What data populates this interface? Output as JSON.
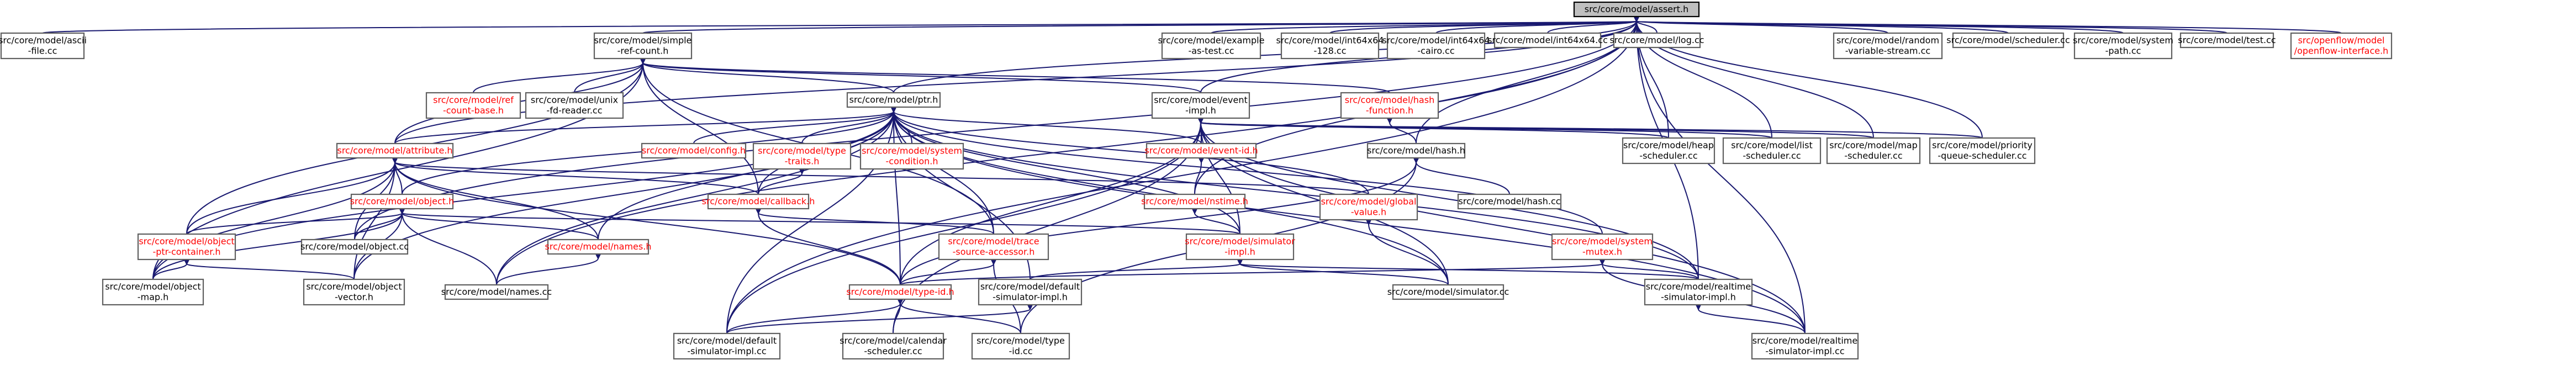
{
  "graph": {
    "root": "assert",
    "nodes": [
      {
        "id": "assert",
        "lines": [
          "src/core/model/assert.h"
        ],
        "kind": "root"
      },
      {
        "id": "ascii",
        "lines": [
          "src/core/model/ascii",
          "-file.cc"
        ],
        "kind": "normal"
      },
      {
        "id": "simpleref",
        "lines": [
          "src/core/model/simple",
          "-ref-count.h"
        ],
        "kind": "normal"
      },
      {
        "id": "example",
        "lines": [
          "src/core/model/example",
          "-as-test.cc"
        ],
        "kind": "normal"
      },
      {
        "id": "int128",
        "lines": [
          "src/core/model/int64x64",
          "-128.cc"
        ],
        "kind": "normal"
      },
      {
        "id": "cairo",
        "lines": [
          "src/core/model/int64x64",
          "-cairo.cc"
        ],
        "kind": "normal"
      },
      {
        "id": "int64",
        "lines": [
          "src/core/model/int64x64.cc"
        ],
        "kind": "normal"
      },
      {
        "id": "log",
        "lines": [
          "src/core/model/log.cc"
        ],
        "kind": "normal"
      },
      {
        "id": "random",
        "lines": [
          "src/core/model/random",
          "-variable-stream.cc"
        ],
        "kind": "normal"
      },
      {
        "id": "scheduler",
        "lines": [
          "src/core/model/scheduler.cc"
        ],
        "kind": "normal"
      },
      {
        "id": "syspath",
        "lines": [
          "src/core/model/system",
          "-path.cc"
        ],
        "kind": "normal"
      },
      {
        "id": "test",
        "lines": [
          "src/core/model/test.cc"
        ],
        "kind": "normal"
      },
      {
        "id": "openflow",
        "lines": [
          "src/openflow/model",
          "/openflow-interface.h"
        ],
        "kind": "red"
      },
      {
        "id": "ptr",
        "lines": [
          "src/core/model/ptr.h"
        ],
        "kind": "normal"
      },
      {
        "id": "event",
        "lines": [
          "src/core/model/event",
          "-impl.h"
        ],
        "kind": "normal"
      },
      {
        "id": "hashfn",
        "lines": [
          "src/core/model/hash",
          "-function.h"
        ],
        "kind": "red"
      },
      {
        "id": "refbase",
        "lines": [
          "src/core/model/ref",
          "-count-base.h"
        ],
        "kind": "red"
      },
      {
        "id": "unixfd",
        "lines": [
          "src/core/model/unix",
          "-fd-reader.cc"
        ],
        "kind": "normal"
      },
      {
        "id": "attribute",
        "lines": [
          "src/core/model/attribute.h"
        ],
        "kind": "red"
      },
      {
        "id": "config",
        "lines": [
          "src/core/model/config.h"
        ],
        "kind": "red"
      },
      {
        "id": "typetraits",
        "lines": [
          "src/core/model/type",
          "-traits.h"
        ],
        "kind": "red"
      },
      {
        "id": "syscond",
        "lines": [
          "src/core/model/system",
          "-condition.h"
        ],
        "kind": "red"
      },
      {
        "id": "eventid",
        "lines": [
          "src/core/model/event-id.h"
        ],
        "kind": "red"
      },
      {
        "id": "hash",
        "lines": [
          "src/core/model/hash.h"
        ],
        "kind": "normal"
      },
      {
        "id": "heap",
        "lines": [
          "src/core/model/heap",
          "-scheduler.cc"
        ],
        "kind": "normal"
      },
      {
        "id": "list",
        "lines": [
          "src/core/model/list",
          "-scheduler.cc"
        ],
        "kind": "normal"
      },
      {
        "id": "map",
        "lines": [
          "src/core/model/map",
          "-scheduler.cc"
        ],
        "kind": "normal"
      },
      {
        "id": "priority",
        "lines": [
          "src/core/model/priority",
          "-queue-scheduler.cc"
        ],
        "kind": "normal"
      },
      {
        "id": "object",
        "lines": [
          "src/core/model/object.h"
        ],
        "kind": "red"
      },
      {
        "id": "callback",
        "lines": [
          "src/core/model/callback.h"
        ],
        "kind": "red"
      },
      {
        "id": "nstime",
        "lines": [
          "src/core/model/nstime.h"
        ],
        "kind": "red"
      },
      {
        "id": "global",
        "lines": [
          "src/core/model/global",
          "-value.h"
        ],
        "kind": "red"
      },
      {
        "id": "hashcc",
        "lines": [
          "src/core/model/hash.cc"
        ],
        "kind": "normal"
      },
      {
        "id": "ptrcont",
        "lines": [
          "src/core/model/object",
          "-ptr-container.h"
        ],
        "kind": "red"
      },
      {
        "id": "objectcc",
        "lines": [
          "src/core/model/object.cc"
        ],
        "kind": "normal"
      },
      {
        "id": "names",
        "lines": [
          "src/core/model/names.h"
        ],
        "kind": "red"
      },
      {
        "id": "trace",
        "lines": [
          "src/core/model/trace",
          "-source-accessor.h"
        ],
        "kind": "red"
      },
      {
        "id": "simimpl",
        "lines": [
          "src/core/model/simulator",
          "-impl.h"
        ],
        "kind": "red"
      },
      {
        "id": "sysmutex",
        "lines": [
          "src/core/model/system",
          "-mutex.h"
        ],
        "kind": "red"
      },
      {
        "id": "objmap",
        "lines": [
          "src/core/model/object",
          "-map.h"
        ],
        "kind": "normal"
      },
      {
        "id": "objvec",
        "lines": [
          "src/core/model/object",
          "-vector.h"
        ],
        "kind": "normal"
      },
      {
        "id": "namescc",
        "lines": [
          "src/core/model/names.cc"
        ],
        "kind": "normal"
      },
      {
        "id": "typeid",
        "lines": [
          "src/core/model/type-id.h"
        ],
        "kind": "red"
      },
      {
        "id": "defimplh",
        "lines": [
          "src/core/model/default",
          "-simulator-impl.h"
        ],
        "kind": "normal"
      },
      {
        "id": "simcc",
        "lines": [
          "src/core/model/simulator.cc"
        ],
        "kind": "normal"
      },
      {
        "id": "rtimplh",
        "lines": [
          "src/core/model/realtime",
          "-simulator-impl.h"
        ],
        "kind": "normal"
      },
      {
        "id": "defimplcc",
        "lines": [
          "src/core/model/default",
          "-simulator-impl.cc"
        ],
        "kind": "normal"
      },
      {
        "id": "calendar",
        "lines": [
          "src/core/model/calendar",
          "-scheduler.cc"
        ],
        "kind": "normal"
      },
      {
        "id": "typeidcc",
        "lines": [
          "src/core/model/type",
          "-id.cc"
        ],
        "kind": "normal"
      },
      {
        "id": "rtimplcc",
        "lines": [
          "src/core/model/realtime",
          "-simulator-impl.cc"
        ],
        "kind": "normal"
      }
    ],
    "edges": [
      [
        "assert",
        "ascii"
      ],
      [
        "assert",
        "simpleref"
      ],
      [
        "assert",
        "example"
      ],
      [
        "assert",
        "int128"
      ],
      [
        "assert",
        "cairo"
      ],
      [
        "assert",
        "int64"
      ],
      [
        "assert",
        "log"
      ],
      [
        "assert",
        "random"
      ],
      [
        "assert",
        "scheduler"
      ],
      [
        "assert",
        "syspath"
      ],
      [
        "assert",
        "test"
      ],
      [
        "assert",
        "openflow"
      ],
      [
        "assert",
        "ptr"
      ],
      [
        "assert",
        "event"
      ],
      [
        "assert",
        "hash"
      ],
      [
        "assert",
        "heap"
      ],
      [
        "assert",
        "list"
      ],
      [
        "assert",
        "map"
      ],
      [
        "assert",
        "priority"
      ],
      [
        "assert",
        "attribute"
      ],
      [
        "assert",
        "objectcc"
      ],
      [
        "assert",
        "defimplcc"
      ],
      [
        "assert",
        "rtimplh"
      ],
      [
        "assert",
        "rtimplcc"
      ],
      [
        "assert",
        "nstime"
      ],
      [
        "assert",
        "namescc"
      ],
      [
        "simpleref",
        "refbase"
      ],
      [
        "simpleref",
        "unixfd"
      ],
      [
        "simpleref",
        "hashfn"
      ],
      [
        "simpleref",
        "ptr"
      ],
      [
        "simpleref",
        "attribute"
      ],
      [
        "simpleref",
        "callback"
      ],
      [
        "simpleref",
        "trace"
      ],
      [
        "simpleref",
        "event"
      ],
      [
        "simpleref",
        "ptrcont"
      ],
      [
        "simpleref",
        "objmap"
      ],
      [
        "ptr",
        "attribute"
      ],
      [
        "ptr",
        "config"
      ],
      [
        "ptr",
        "typetraits"
      ],
      [
        "ptr",
        "syscond"
      ],
      [
        "ptr",
        "eventid"
      ],
      [
        "ptr",
        "object"
      ],
      [
        "ptr",
        "callback"
      ],
      [
        "ptr",
        "global"
      ],
      [
        "ptr",
        "trace"
      ],
      [
        "ptr",
        "names"
      ],
      [
        "ptr",
        "typeid"
      ],
      [
        "ptr",
        "objmap"
      ],
      [
        "ptr",
        "objvec"
      ],
      [
        "ptr",
        "defimplh"
      ],
      [
        "ptr",
        "simcc"
      ],
      [
        "ptr",
        "rtimplh"
      ],
      [
        "ptr",
        "rtimplcc"
      ],
      [
        "ptr",
        "sysmutex"
      ],
      [
        "ptr",
        "namescc"
      ],
      [
        "ptr",
        "defimplcc"
      ],
      [
        "ptr",
        "simimpl"
      ],
      [
        "event",
        "eventid"
      ],
      [
        "event",
        "simimpl"
      ],
      [
        "event",
        "heap"
      ],
      [
        "event",
        "list"
      ],
      [
        "event",
        "map"
      ],
      [
        "event",
        "priority"
      ],
      [
        "event",
        "calendar"
      ],
      [
        "event",
        "defimplcc"
      ],
      [
        "event",
        "rtimplcc"
      ],
      [
        "event",
        "simcc"
      ],
      [
        "event",
        "typeid"
      ],
      [
        "event",
        "rtimplh"
      ],
      [
        "hashfn",
        "hash"
      ],
      [
        "hash",
        "hashcc"
      ],
      [
        "hash",
        "typeid"
      ],
      [
        "hash",
        "typeidcc"
      ],
      [
        "attribute",
        "object"
      ],
      [
        "attribute",
        "callback"
      ],
      [
        "attribute",
        "global"
      ],
      [
        "attribute",
        "ptrcont"
      ],
      [
        "attribute",
        "objectcc"
      ],
      [
        "attribute",
        "objmap"
      ],
      [
        "attribute",
        "objvec"
      ],
      [
        "attribute",
        "typeid"
      ],
      [
        "attribute",
        "names"
      ],
      [
        "typetraits",
        "callback"
      ],
      [
        "eventid",
        "nstime"
      ],
      [
        "nstime",
        "simimpl"
      ],
      [
        "global",
        "simcc"
      ],
      [
        "object",
        "ptrcont"
      ],
      [
        "object",
        "objectcc"
      ],
      [
        "object",
        "names"
      ],
      [
        "object",
        "objmap"
      ],
      [
        "object",
        "objvec"
      ],
      [
        "object",
        "namescc"
      ],
      [
        "object",
        "simimpl"
      ],
      [
        "callback",
        "trace"
      ],
      [
        "callback",
        "typeid"
      ],
      [
        "ptrcont",
        "objmap"
      ],
      [
        "ptrcont",
        "objvec"
      ],
      [
        "names",
        "namescc"
      ],
      [
        "trace",
        "typeid"
      ],
      [
        "trace",
        "typeidcc"
      ],
      [
        "simimpl",
        "defimplh"
      ],
      [
        "simimpl",
        "simcc"
      ],
      [
        "simimpl",
        "rtimplh"
      ],
      [
        "sysmutex",
        "rtimplh"
      ],
      [
        "sysmutex",
        "rtimplcc"
      ],
      [
        "sysmutex",
        "typeid"
      ],
      [
        "typeid",
        "calendar"
      ],
      [
        "typeid",
        "typeidcc"
      ],
      [
        "typeid",
        "defimplcc"
      ],
      [
        "defimplh",
        "defimplcc"
      ],
      [
        "rtimplh",
        "rtimplcc"
      ]
    ]
  }
}
